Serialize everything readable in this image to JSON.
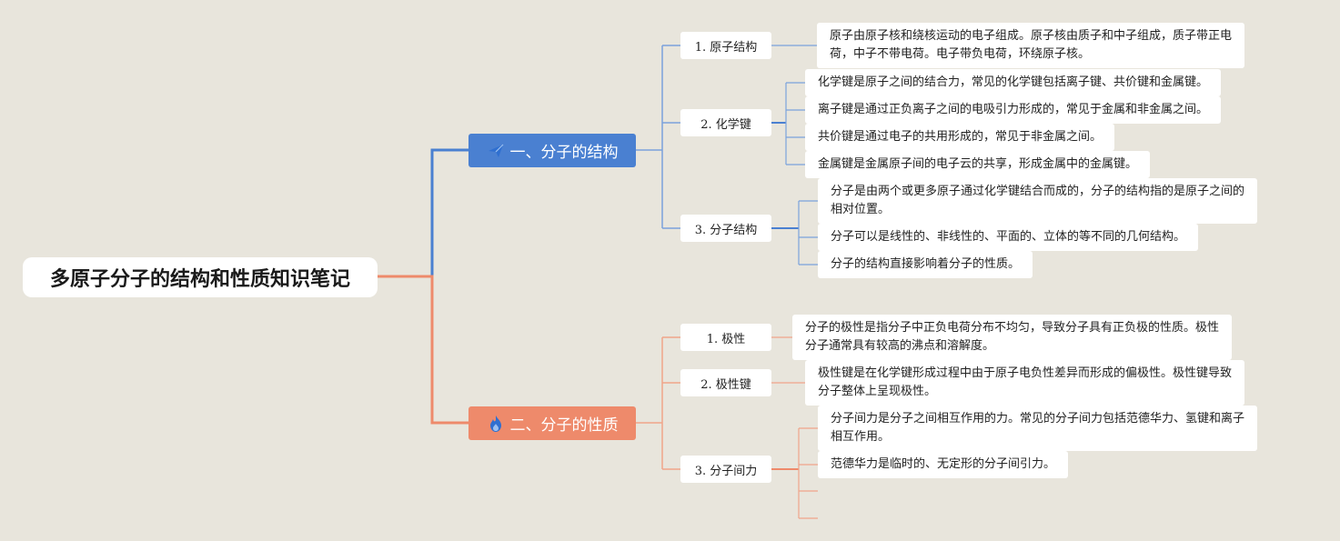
{
  "root": {
    "title": "多原子分子的结构和性质知识笔记"
  },
  "colors": {
    "blue": "#4a80d1",
    "orange": "#ee8a6b",
    "blue_line": "#7aa2dc",
    "orange_line": "#f0a58a"
  },
  "branches": [
    {
      "title": "一、分子的结构",
      "icon": "paper-plane-icon",
      "subs": [
        {
          "label": "1. 原子结构",
          "leaves": [
            [
              "原子由原子核和绕核运动的电子组成。原子核由质子和中子组成，质子带正电",
              "荷，中子不带电荷。电子带负电荷，环绕原子核。"
            ]
          ]
        },
        {
          "label": "2. 化学键",
          "leaves": [
            [
              "化学键是原子之间的结合力，常见的化学键包括离子键、共价键和金属键。"
            ],
            [
              "离子键是通过正负离子之间的电吸引力形成的，常见于金属和非金属之间。"
            ],
            [
              "共价键是通过电子的共用形成的，常见于非金属之间。"
            ],
            [
              "金属键是金属原子间的电子云的共享，形成金属中的金属键。"
            ]
          ]
        },
        {
          "label": "3. 分子结构",
          "leaves": [
            [
              "分子是由两个或更多原子通过化学键结合而成的，分子的结构指的是原子之间的",
              "相对位置。"
            ],
            [
              "分子可以是线性的、非线性的、平面的、立体的等不同的几何结构。"
            ],
            [
              "分子的结构直接影响着分子的性质。"
            ]
          ]
        }
      ]
    },
    {
      "title": "二、分子的性质",
      "icon": "flame-icon",
      "subs": [
        {
          "label": "1. 极性",
          "leaves": [
            [
              "分子的极性是指分子中正负电荷分布不均匀，导致分子具有正负极的性质。极性",
              "分子通常具有较高的沸点和溶解度。"
            ]
          ]
        },
        {
          "label": "2. 极性键",
          "leaves": [
            [
              "极性键是在化学键形成过程中由于原子电负性差异而形成的偏极性。极性键导致",
              "分子整体上呈现极性。"
            ]
          ]
        },
        {
          "label": "3. 分子间力",
          "leaves": [
            [
              "分子间力是分子之间相互作用的力。常见的分子间力包括范德华力、氢键和离子",
              "相互作用。"
            ],
            [
              "范德华力是临时的、无定形的分子间引力。"
            ],
            [],
            []
          ]
        }
      ]
    }
  ]
}
